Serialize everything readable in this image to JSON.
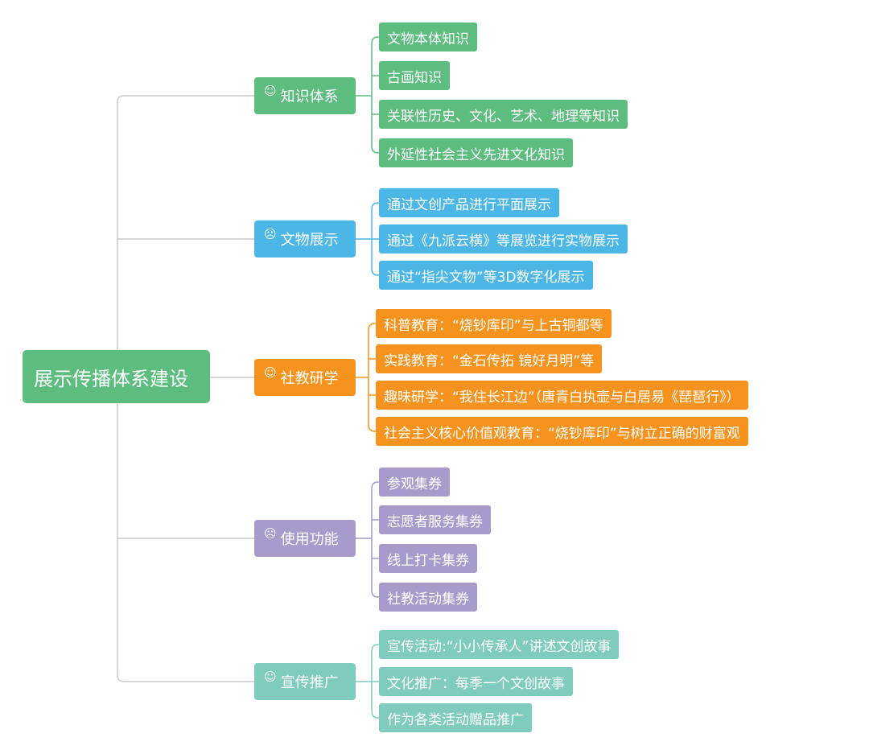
{
  "root": {
    "label": "展示传播体系建设"
  },
  "colors": {
    "green": "#5dbd7f",
    "blue": "#4cb7e6",
    "orange": "#f5931e",
    "purple": "#a69bcb",
    "teal": "#7fcbbe",
    "connector": "#c8c8c8"
  },
  "branches": [
    {
      "label": "知识体系",
      "icon": "smiley-icon",
      "color": "green",
      "leaves": [
        "文物本体知识",
        "古画知识",
        "关联性历史、文化、艺术、地理等知识",
        "外延性社会主义先进文化知识"
      ]
    },
    {
      "label": "文物展示",
      "icon": "neutral-face-icon",
      "color": "blue",
      "leaves": [
        "通过文创产品进行平面展示",
        "通过《九派云横》等展览进行实物展示",
        "通过“指尖文物”等3D数字化展示"
      ]
    },
    {
      "label": "社教研学",
      "icon": "smiley-icon",
      "color": "orange",
      "leaves": [
        "科普教育：“烧钞库印”与上古铜都等",
        "实践教育：“金石传拓 镜好月明”等",
        "趣味研学：“我住长江边”（唐青白执壶与白居易《琵琶行》）",
        "社会主义核心价值观教育：“烧钞库印”与树立正确的财富观"
      ]
    },
    {
      "label": "使用功能",
      "icon": "neutral-face-icon",
      "color": "purple",
      "leaves": [
        "参观集券",
        "志愿者服务集券",
        "线上打卡集券",
        "社教活动集券"
      ]
    },
    {
      "label": "宣传推广",
      "icon": "smiley-icon",
      "color": "teal",
      "leaves": [
        "宣传活动:“小小传承人”讲述文创故事",
        "文化推广：每季一个文创故事",
        "作为各类活动赠品推广"
      ]
    }
  ]
}
